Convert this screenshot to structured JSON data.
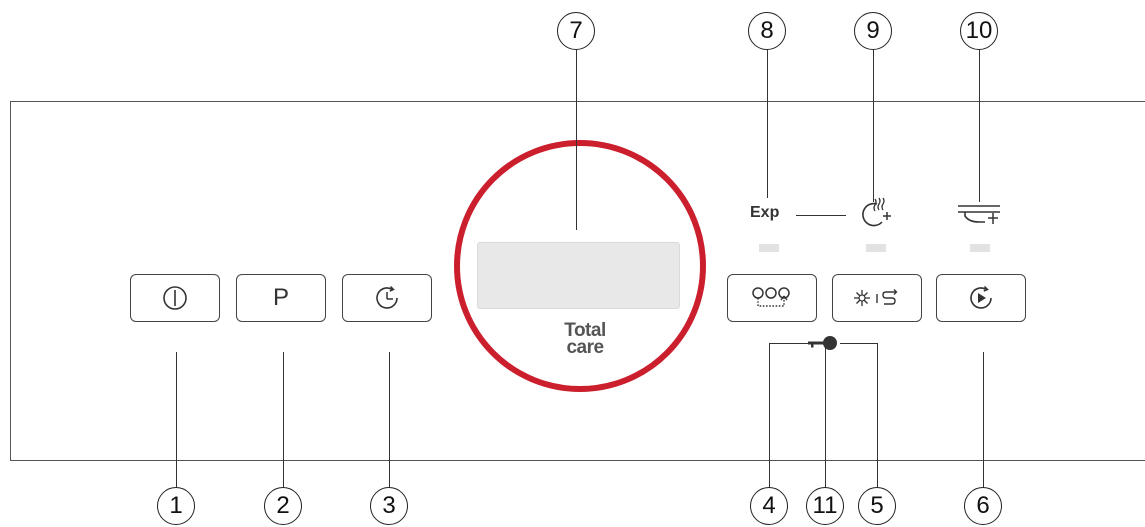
{
  "panel": {
    "buttons": {
      "on_off": {
        "icon": "power-icon"
      },
      "program": {
        "label": "P",
        "icon": "program-letter"
      },
      "delay_start": {
        "icon": "timer-icon"
      },
      "extra_1": {
        "icon": "sensor-dots-icon"
      },
      "extra_2": {
        "icon": "sparkle-rinse-icon"
      },
      "start": {
        "icon": "start-play-icon"
      }
    },
    "display": {
      "ring_color": "#cc1f2d",
      "logo_line1": "Total",
      "logo_line2": "care"
    },
    "indicators": {
      "exp_label": "Exp",
      "icons": [
        "dry-plus-icon",
        "rack-plus-icon",
        "key-lock-icon"
      ]
    }
  },
  "callouts": [
    "1",
    "2",
    "3",
    "4",
    "5",
    "6",
    "7",
    "8",
    "9",
    "10",
    "11"
  ]
}
